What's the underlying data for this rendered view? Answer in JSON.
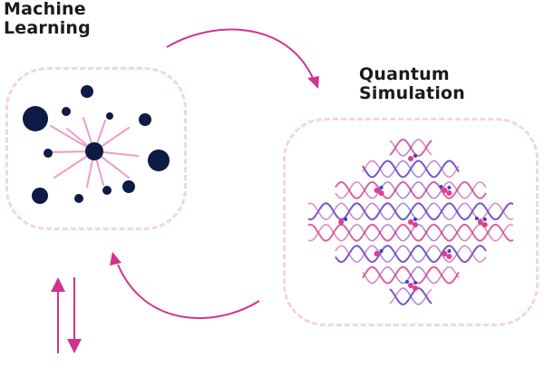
{
  "labels": {
    "machine_learning": [
      "Machine",
      "Learning"
    ],
    "quantum_simulation": [
      "Quantum",
      "Simulation"
    ]
  },
  "colors": {
    "node": "#0d1b45",
    "spoke": "#ee9cc9",
    "arrow": "#d0348f",
    "panel_border": "#f3d3e5",
    "wave_pink": "#d6478f",
    "wave_purple": "#5b3bc7",
    "dot_blue": "#3a3fd0",
    "dot_pink": "#e23b8e"
  },
  "icons": [
    "network-graph-icon",
    "lattice-wave-icon",
    "cycle-arrow-icon",
    "exchange-arrows-icon"
  ]
}
